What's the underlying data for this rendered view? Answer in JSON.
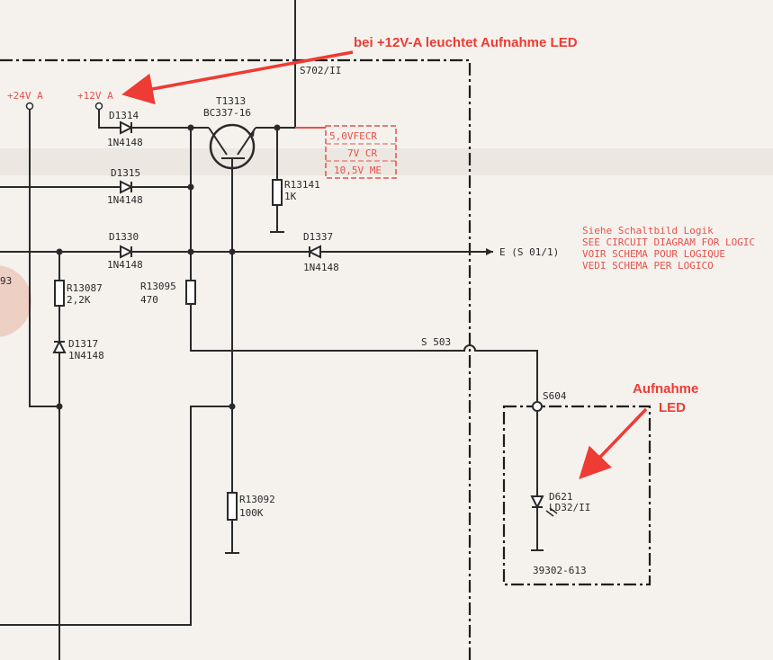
{
  "annotations": {
    "top": "bei +12V-A leuchtet Aufnahme LED",
    "led_line1": "Aufnahme",
    "led_line2": "LED",
    "color": "#ee3b33"
  },
  "supplies": {
    "v24": "+24V A",
    "v12": "+12V A"
  },
  "connectors": {
    "s702": "S702/II",
    "s503": "S 503",
    "s604": "S604",
    "e": "E (S 01/1)"
  },
  "transistor": {
    "ref": "T1313",
    "type": "BC337-16"
  },
  "diodes": [
    {
      "ref": "D1314",
      "type": "1N4148"
    },
    {
      "ref": "D1315",
      "type": "1N4148"
    },
    {
      "ref": "D1330",
      "type": "1N4148"
    },
    {
      "ref": "D1337",
      "type": "1N4148"
    },
    {
      "ref": "D1317",
      "type": "1N4148"
    },
    {
      "ref": "D621",
      "type": "LD32/II"
    }
  ],
  "resistors": [
    {
      "ref": "R13141",
      "value": "1K"
    },
    {
      "ref": "R13087",
      "value": "2,2K"
    },
    {
      "ref": "R13095",
      "value": "470"
    },
    {
      "ref": "R13092",
      "value": "100K"
    }
  ],
  "voltage_box": [
    "5,0VFECR",
    "7V CR",
    "10,5V ME"
  ],
  "logic_note": [
    "Siehe Schaltbild Logik",
    "SEE CIRCUIT DIAGRAM FOR LOGIC",
    "VOIR SCHEMA POUR LOGIQUE",
    "VEDI SCHEMA PER LOGICO"
  ],
  "board_number": "39302-613",
  "partial_label": "93"
}
